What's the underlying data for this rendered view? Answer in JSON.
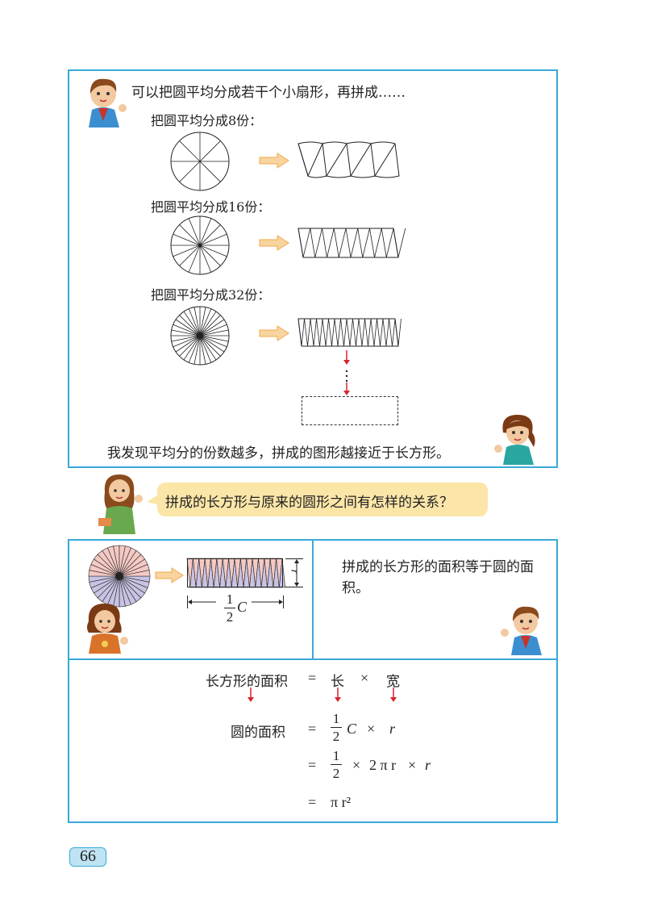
{
  "top": {
    "intro": "可以把圆平均分成若干个小扇形，再拼成……",
    "split8": "把圆平均分成8份：",
    "split16": "把圆平均分成16份：",
    "split32": "把圆平均分成32份：",
    "conclusion": "我发现平均分的份数越多，拼成的图形越接近于长方形。"
  },
  "question": "拼成的长方形与原来的圆形之间有怎样的关系？",
  "middle": {
    "label_r": "r",
    "label_half": "1",
    "label_den": "2",
    "label_C": "C",
    "statement": "拼成的长方形的面积等于圆的面积。"
  },
  "formula": {
    "rect_area": "长方形的面积",
    "equals": "=",
    "length": "长",
    "times": "×",
    "width": "宽",
    "circle_area": "圆的面积",
    "num1": "1",
    "den2": "2",
    "C": "C",
    "r": "r",
    "two_pi_r": "2 π r",
    "pi_r2": "π r²"
  },
  "page_number": "66",
  "colors": {
    "border": "#39a9d8",
    "arrow": "#f4b860",
    "red": "#d9232e",
    "pink": "#f4c9c4",
    "lavender": "#c8c3e3"
  }
}
